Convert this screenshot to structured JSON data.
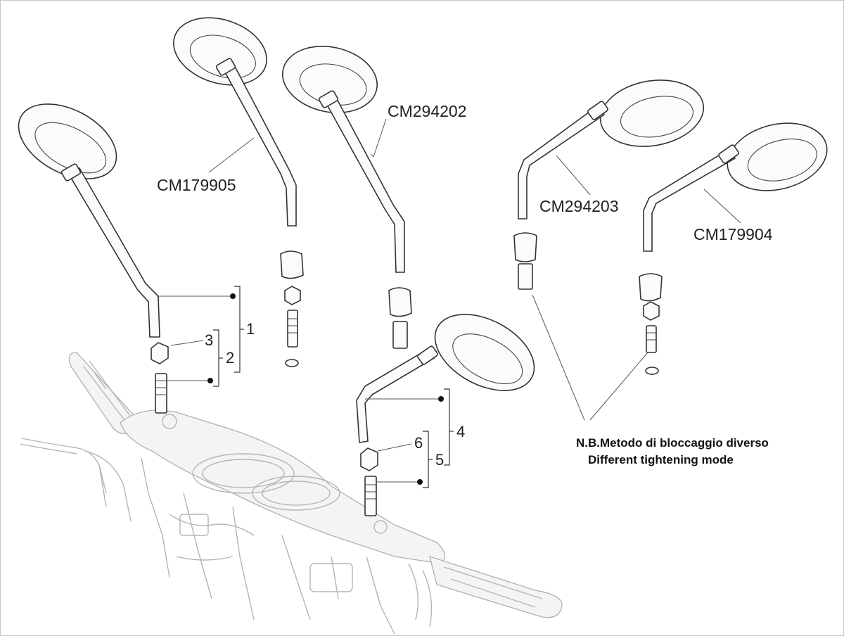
{
  "part_codes": {
    "mirror_left_1": "CM179905",
    "mirror_left_2": "CM294202",
    "mirror_right_1": "CM294203",
    "mirror_right_2": "CM179904"
  },
  "callouts": {
    "c1": "1",
    "c2": "2",
    "c3": "3",
    "c4": "4",
    "c5": "5",
    "c6": "6"
  },
  "note": {
    "line1": "N.B.Metodo di bloccaggio diverso",
    "line2": "Different tightening mode"
  }
}
